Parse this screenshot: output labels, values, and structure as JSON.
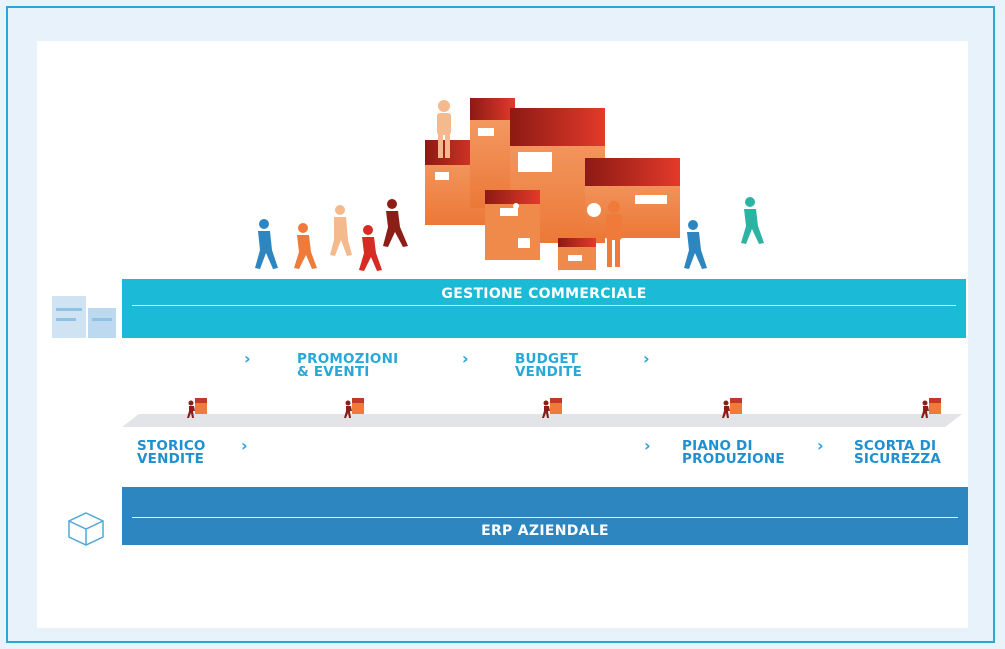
{
  "bars": {
    "top_label": "GESTIONE COMMERCIALE",
    "bottom_label": "ERP AZIENDALE"
  },
  "steps": {
    "promozioni": "PROMOZIONI\n& EVENTI",
    "budget": "BUDGET\nVENDITE",
    "storico": "STORICO\nVENDITE",
    "piano": "PIANO DI\nPRODUZIONE",
    "scorta": "SCORTA DI\nSICUREZZA"
  },
  "chevron": "›",
  "colors": {
    "cyan_bar": "#1bbbd8",
    "blue_bar": "#2e86c1",
    "text_blue": "#1e8fcf",
    "frame": "#2aa7d5",
    "orange_light": "#f5a56e",
    "orange": "#ef7a3a",
    "red_dark": "#b52420",
    "brown": "#7a2418"
  },
  "icons": {
    "left_top": "documents-icon",
    "left_bottom": "cube-icon",
    "worker": "worker-pushing-box-icon"
  }
}
